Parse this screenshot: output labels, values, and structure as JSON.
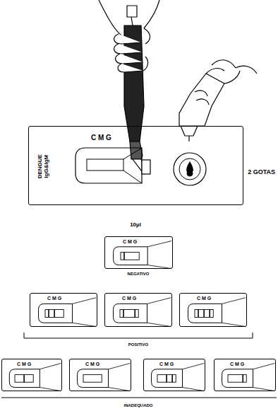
{
  "diagram": {
    "nodes": [
      {
        "text": [
          "DENGUE IgG&IgM",
          "C M G"
        ]
      },
      {
        "text": [
          "C M G"
        ]
      },
      {
        "text": [
          "C M G"
        ]
      },
      {
        "text": [
          "C M G"
        ]
      },
      {
        "text": [
          "C M G"
        ]
      },
      {
        "text": [
          "C M G"
        ]
      },
      {
        "text": [
          "C M G"
        ]
      },
      {
        "text": [
          "C M G"
        ]
      },
      {
        "text": [
          "C M G"
        ]
      }
    ],
    "labels": [
      "2 GOTAS",
      "10µl",
      "NEGATIVO",
      "POSITIVO",
      "INADEQUADO"
    ]
  }
}
